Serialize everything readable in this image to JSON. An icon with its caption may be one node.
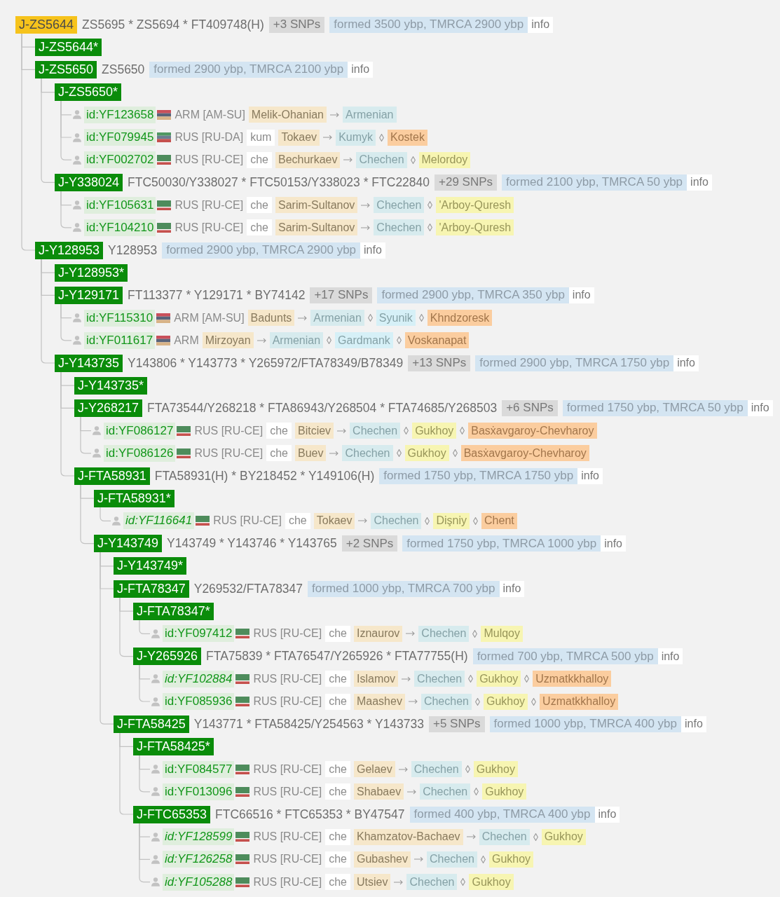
{
  "diagram": {
    "nodes": [
      {
        "text": [
          "J-ZS5644"
        ],
        "beside": [
          "ZS5695 * ZS5694 * FT409748(H)",
          "+3 SNPs",
          "formed 3500 ybp, TMRCA 2900 ybp",
          "info"
        ]
      },
      {
        "text": [
          "J-ZS5644*"
        ]
      },
      {
        "text": [
          "J-ZS5650"
        ],
        "beside": [
          "ZS5650",
          "formed 2900 ybp, TMRCA 2100 ybp",
          "info"
        ]
      },
      {
        "text": [
          "J-ZS5650*"
        ]
      },
      {
        "text": [
          "id:YF123658"
        ],
        "beside": [
          "ARM [AM-SU]",
          "Melik-Ohanian",
          "Armenian"
        ]
      },
      {
        "text": [
          "id:YF079945"
        ],
        "beside": [
          "RUS [RU-DA]",
          "kum",
          "Tokaev",
          "Kumyk",
          "Kostek"
        ]
      },
      {
        "text": [
          "id:YF002702"
        ],
        "beside": [
          "RUS [RU-CE]",
          "che",
          "Bechurkaev",
          "Chechen",
          "Melordoy"
        ]
      },
      {
        "text": [
          "J-Y338024"
        ],
        "beside": [
          "FTC50030/Y338027 * FTC50153/Y338023 * FTC22840",
          "+29 SNPs",
          "formed 2100 ybp, TMRCA 50 ybp",
          "info"
        ]
      },
      {
        "text": [
          "id:YF105631"
        ],
        "beside": [
          "RUS [RU-CE]",
          "che",
          "Sarim-Sultanov",
          "Chechen",
          "'Arboy-Quresh"
        ]
      },
      {
        "text": [
          "id:YF104210"
        ],
        "beside": [
          "RUS [RU-CE]",
          "che",
          "Sarim-Sultanov",
          "Chechen",
          "'Arboy-Quresh"
        ]
      },
      {
        "text": [
          "J-Y128953"
        ],
        "beside": [
          "Y128953",
          "formed 2900 ybp, TMRCA 2900 ybp",
          "info"
        ]
      },
      {
        "text": [
          "J-Y128953*"
        ]
      },
      {
        "text": [
          "J-Y129171"
        ],
        "beside": [
          "FT113377 * Y129171 * BY74142",
          "+17 SNPs",
          "formed 2900 ybp, TMRCA 350 ybp",
          "info"
        ]
      },
      {
        "text": [
          "id:YF115310"
        ],
        "beside": [
          "ARM [AM-SU]",
          "Badunts",
          "Armenian",
          "Syunik",
          "Khndzoresk"
        ]
      },
      {
        "text": [
          "id:YF011617"
        ],
        "beside": [
          "ARM",
          "Mirzoyan",
          "Armenian",
          "Gardmank",
          "Voskanapat"
        ]
      },
      {
        "text": [
          "J-Y143735"
        ],
        "beside": [
          "Y143806 * Y143773 * Y265972/FTA78349/B78349",
          "+13 SNPs",
          "formed 2900 ybp, TMRCA 1750 ybp",
          "info"
        ]
      },
      {
        "text": [
          "J-Y143735*"
        ]
      },
      {
        "text": [
          "J-Y268217"
        ],
        "beside": [
          "FTA73544/Y268218 * FTA86943/Y268504 * FTA74685/Y268503",
          "+6 SNPs",
          "formed 1750 ybp, TMRCA 50 ybp",
          "info"
        ]
      },
      {
        "text": [
          "id:YF086127"
        ],
        "beside": [
          "RUS [RU-CE]",
          "che",
          "Bitciev",
          "Chechen",
          "Gukhoy",
          "Basẋavgaroy-Chevharoy"
        ]
      },
      {
        "text": [
          "id:YF086126"
        ],
        "beside": [
          "RUS [RU-CE]",
          "che",
          "Buev",
          "Chechen",
          "Gukhoy",
          "Basẋavgaroy-Chevharoy"
        ]
      },
      {
        "text": [
          "J-FTA58931"
        ],
        "beside": [
          "FTA58931(H) * BY218452 * Y149106(H)",
          "formed 1750 ybp, TMRCA 1750 ybp",
          "info"
        ]
      },
      {
        "text": [
          "J-FTA58931*"
        ]
      },
      {
        "text": [
          "id:YF116641"
        ],
        "beside": [
          "RUS [RU-CE]",
          "che",
          "Tokaev",
          "Chechen",
          "Dişniy",
          "Chent"
        ]
      },
      {
        "text": [
          "J-Y143749"
        ],
        "beside": [
          "Y143749 * Y143746 * Y143765",
          "+2 SNPs",
          "formed 1750 ybp, TMRCA 1000 ybp",
          "info"
        ]
      },
      {
        "text": [
          "J-Y143749*"
        ]
      },
      {
        "text": [
          "J-FTA78347"
        ],
        "beside": [
          "Y269532/FTA78347",
          "formed 1000 ybp, TMRCA 700 ybp",
          "info"
        ]
      },
      {
        "text": [
          "J-FTA78347*"
        ]
      },
      {
        "text": [
          "id:YF097412"
        ],
        "beside": [
          "RUS [RU-CE]",
          "che",
          "Iznaurov",
          "Chechen",
          "Mulqoy"
        ]
      },
      {
        "text": [
          "J-Y265926"
        ],
        "beside": [
          "FTA75839 * FTA76547/Y265926 * FTA77755(H)",
          "formed 700 ybp, TMRCA 500 ybp",
          "info"
        ]
      },
      {
        "text": [
          "id:YF102884"
        ],
        "beside": [
          "RUS [RU-CE]",
          "che",
          "Islamov",
          "Chechen",
          "Gukhoy",
          "Uzmatkkhalloy"
        ]
      },
      {
        "text": [
          "id:YF085936"
        ],
        "beside": [
          "RUS [RU-CE]",
          "che",
          "Maashev",
          "Chechen",
          "Gukhoy",
          "Uzmatkkhalloy"
        ]
      },
      {
        "text": [
          "J-FTA58425"
        ],
        "beside": [
          "Y143771 * FTA58425/Y254563 * Y143733",
          "+5 SNPs",
          "formed 1000 ybp, TMRCA 400 ybp",
          "info"
        ]
      },
      {
        "text": [
          "J-FTA58425*"
        ]
      },
      {
        "text": [
          "id:YF084577"
        ],
        "beside": [
          "RUS [RU-CE]",
          "che",
          "Gelaev",
          "Chechen",
          "Gukhoy"
        ]
      },
      {
        "text": [
          "id:YF013096"
        ],
        "beside": [
          "RUS [RU-CE]",
          "che",
          "Shabaev",
          "Chechen",
          "Gukhoy"
        ]
      },
      {
        "text": [
          "J-FTC65353"
        ],
        "beside": [
          "FTC66516 * FTC65353 * BY47547",
          "formed 400 ybp, TMRCA 400 ybp",
          "info"
        ]
      },
      {
        "text": [
          "id:YF128599"
        ],
        "beside": [
          "RUS [RU-CE]",
          "che",
          "Khamzatov-Bachaev",
          "Chechen",
          "Gukhoy"
        ]
      },
      {
        "text": [
          "id:YF126258"
        ],
        "beside": [
          "RUS [RU-CE]",
          "che",
          "Gubashev",
          "Chechen",
          "Gukhoy"
        ]
      },
      {
        "text": [
          "id:YF105288"
        ],
        "beside": [
          "RUS [RU-CE]",
          "che",
          "Utsiev",
          "Chechen",
          "Gukhoy"
        ]
      }
    ],
    "edges": [
      {
        "from": 0,
        "to": 1,
        "arrow": "none"
      },
      {
        "from": 0,
        "to": 2,
        "arrow": "none"
      },
      {
        "from": 2,
        "to": 3,
        "arrow": "none"
      },
      {
        "from": 3,
        "to": 4,
        "arrow": "none"
      },
      {
        "from": 3,
        "to": 5,
        "arrow": "none"
      },
      {
        "from": 3,
        "to": 6,
        "arrow": "none"
      },
      {
        "from": 2,
        "to": 7,
        "arrow": "none"
      },
      {
        "from": 7,
        "to": 8,
        "arrow": "none"
      },
      {
        "from": 7,
        "to": 9,
        "arrow": "none"
      },
      {
        "from": 0,
        "to": 10,
        "arrow": "none"
      },
      {
        "from": 10,
        "to": 11,
        "arrow": "none"
      },
      {
        "from": 10,
        "to": 12,
        "arrow": "none"
      },
      {
        "from": 12,
        "to": 13,
        "arrow": "none"
      },
      {
        "from": 12,
        "to": 14,
        "arrow": "none"
      },
      {
        "from": 10,
        "to": 15,
        "arrow": "none"
      },
      {
        "from": 15,
        "to": 16,
        "arrow": "none"
      },
      {
        "from": 15,
        "to": 17,
        "arrow": "none"
      },
      {
        "from": 17,
        "to": 18,
        "arrow": "none"
      },
      {
        "from": 17,
        "to": 19,
        "arrow": "none"
      },
      {
        "from": 15,
        "to": 20,
        "arrow": "none"
      },
      {
        "from": 20,
        "to": 21,
        "arrow": "none"
      },
      {
        "from": 21,
        "to": 22,
        "arrow": "none"
      },
      {
        "from": 20,
        "to": 23,
        "arrow": "none"
      },
      {
        "from": 23,
        "to": 24,
        "arrow": "none"
      },
      {
        "from": 23,
        "to": 25,
        "arrow": "none"
      },
      {
        "from": 25,
        "to": 26,
        "arrow": "none"
      },
      {
        "from": 26,
        "to": 27,
        "arrow": "none"
      },
      {
        "from": 25,
        "to": 28,
        "arrow": "none"
      },
      {
        "from": 28,
        "to": 29,
        "arrow": "none"
      },
      {
        "from": 28,
        "to": 30,
        "arrow": "none"
      },
      {
        "from": 23,
        "to": 31,
        "arrow": "none"
      },
      {
        "from": 31,
        "to": 32,
        "arrow": "none"
      },
      {
        "from": 32,
        "to": 33,
        "arrow": "none"
      },
      {
        "from": 32,
        "to": 34,
        "arrow": "none"
      },
      {
        "from": 31,
        "to": 35,
        "arrow": "none"
      },
      {
        "from": 35,
        "to": 36,
        "arrow": "none"
      },
      {
        "from": 35,
        "to": 37,
        "arrow": "none"
      },
      {
        "from": 35,
        "to": 38,
        "arrow": "none"
      }
    ]
  }
}
